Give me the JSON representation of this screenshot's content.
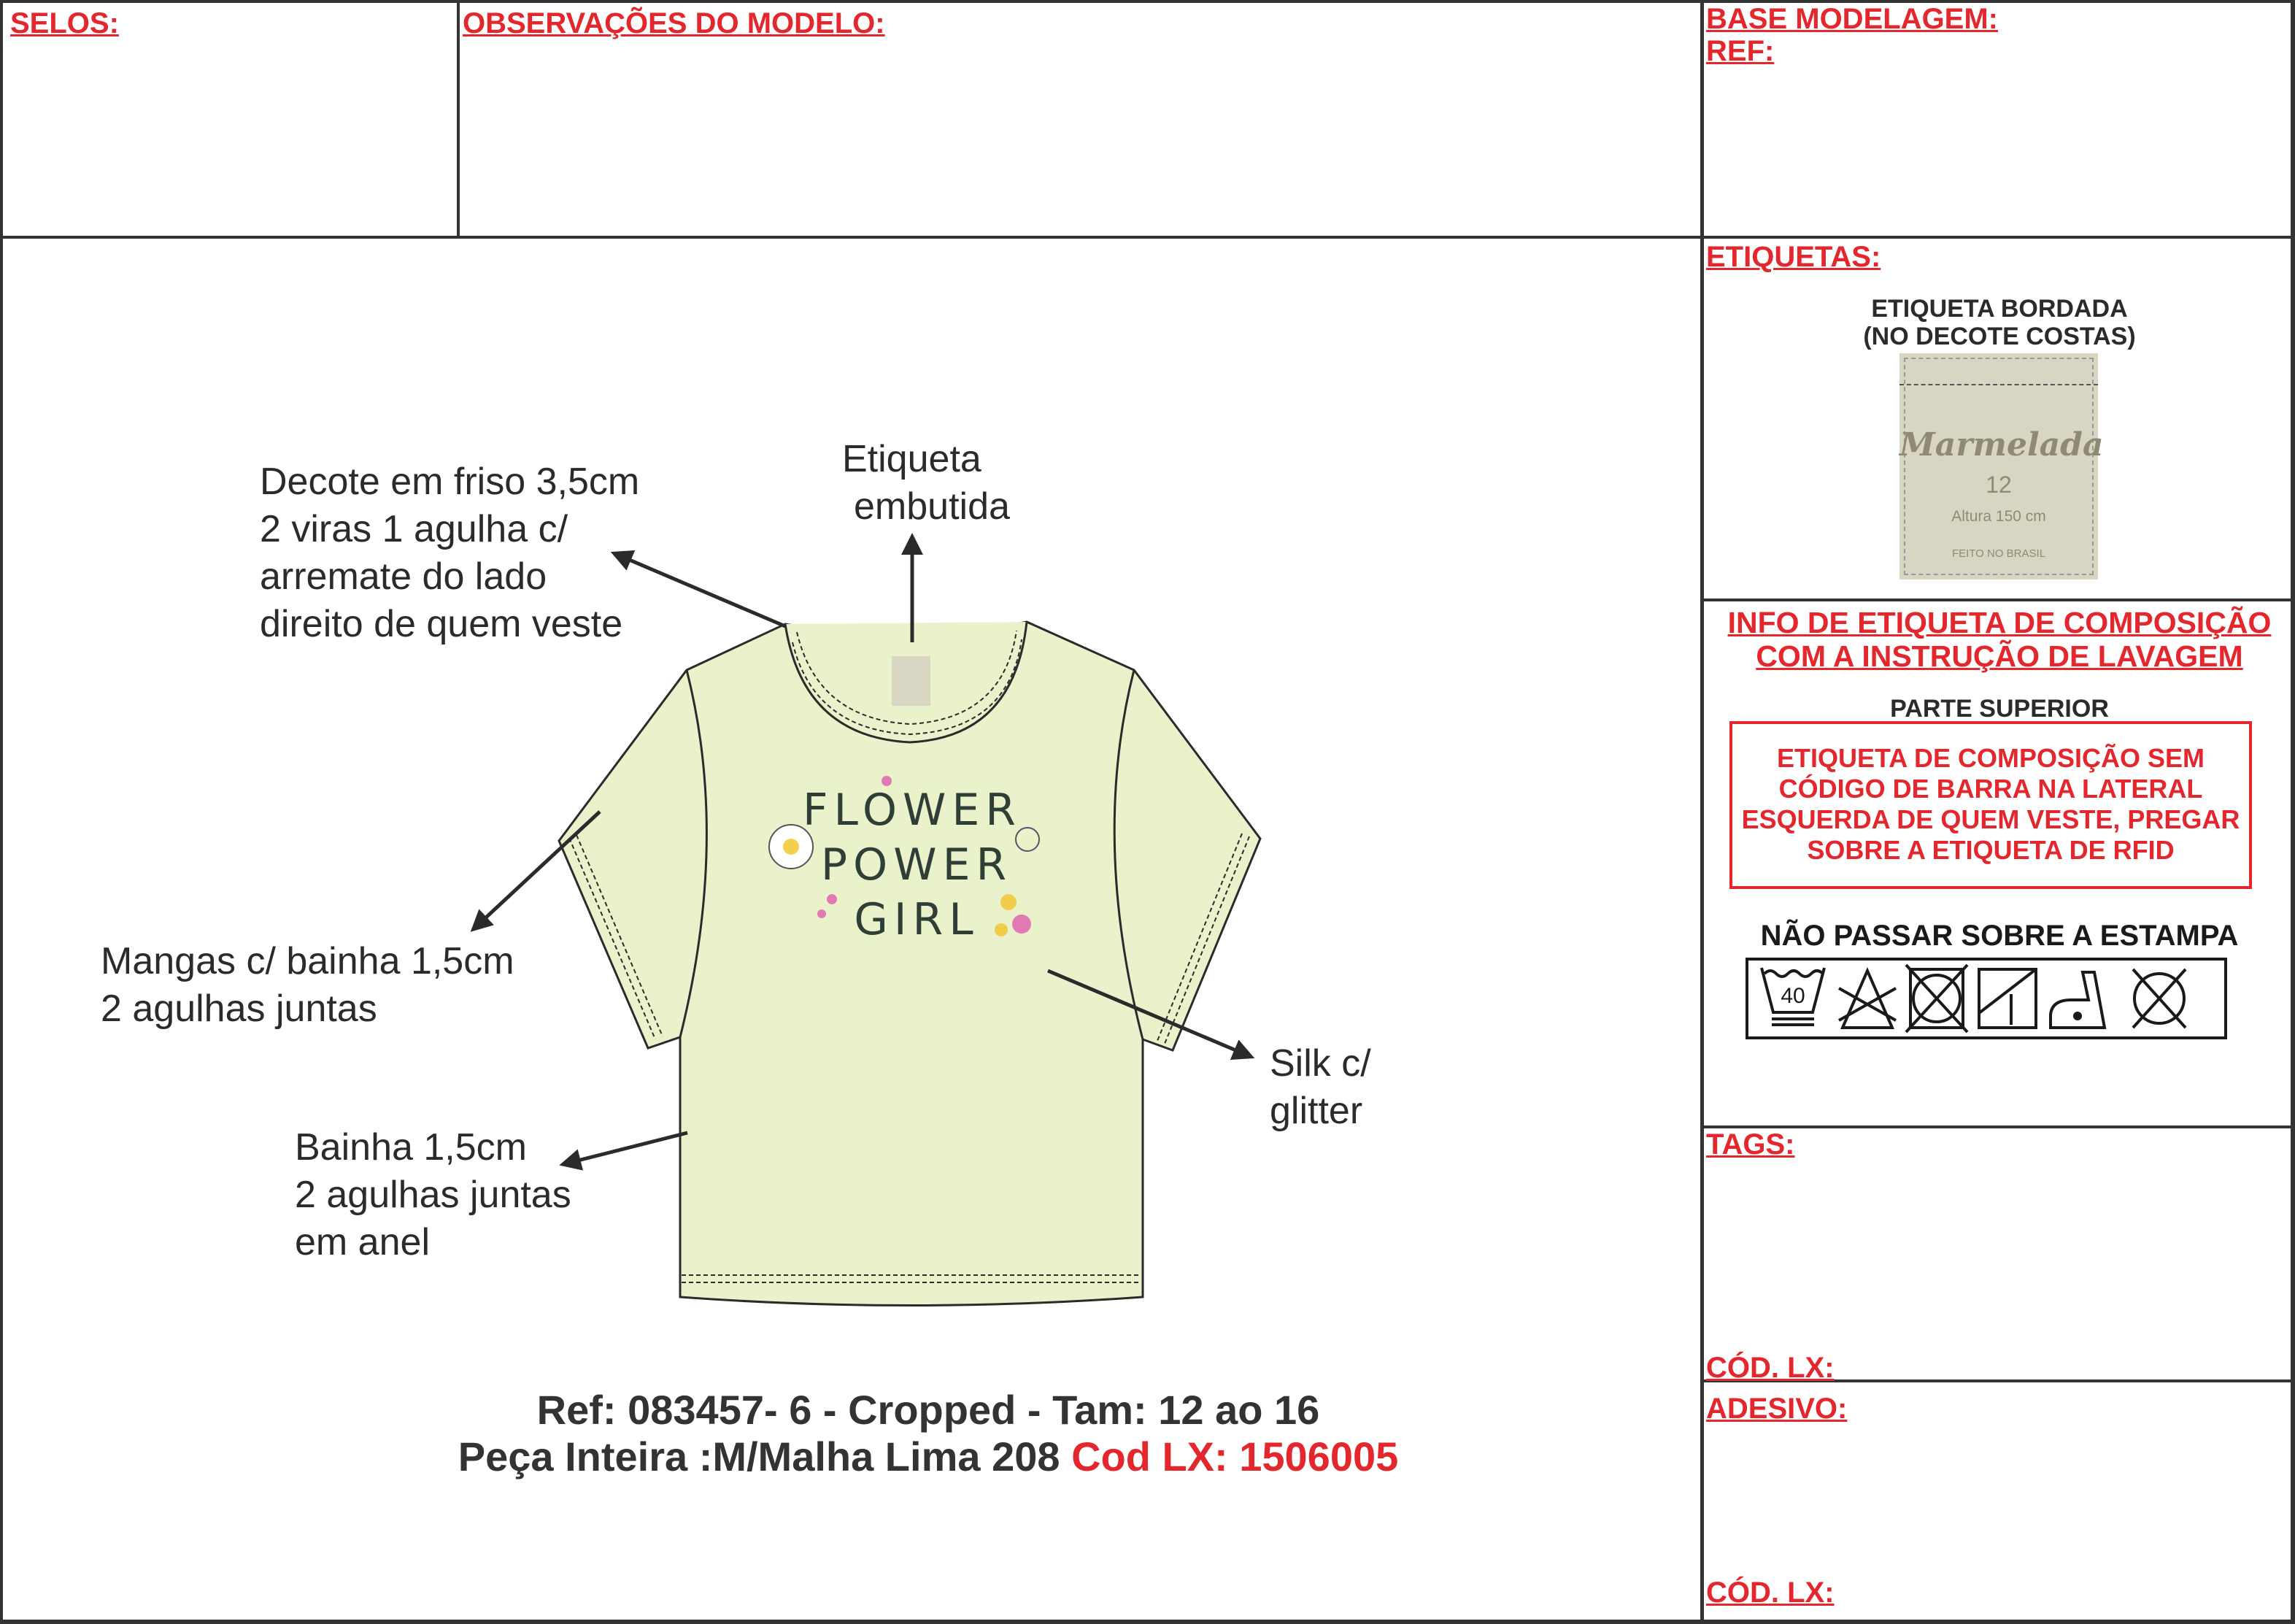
{
  "headers": {
    "selos": "SELOS:",
    "observacoes": "OBSERVAÇÕES DO MODELO:",
    "base_modelagem": "BASE MODELAGEM:",
    "ref": "REF:",
    "etiquetas": "ETIQUETAS:",
    "tags": "TAGS:",
    "tags_cod": "CÓD. LX:",
    "adesivo": "ADESIVO:",
    "adesivo_cod": "CÓD. LX:"
  },
  "label": {
    "title_1": "ETIQUETA BORDADA",
    "title_2": "(NO DECOTE COSTAS)",
    "brand": "Marmelada",
    "size": "12",
    "height": "Altura 150 cm",
    "origin": "FEITO NO BRASIL"
  },
  "composition": {
    "title_1": "INFO DE ETIQUETA DE COMPOSIÇÃO",
    "title_2": "COM A INSTRUÇÃO DE LAVAGEM",
    "part": "PARTE SUPERIOR",
    "notice": [
      "ETIQUETA DE COMPOSIÇÃO SEM",
      "CÓDIGO DE BARRA NA LATERAL",
      "ESQUERDA DE QUEM VESTE, PREGAR",
      "SOBRE A ETIQUETA DE RFID"
    ],
    "warning": "NÃO PASSAR SOBRE A ESTAMPA",
    "wash_temp": "40",
    "care_icons": [
      "wash-40-icon",
      "no-bleach-icon",
      "no-tumble-dry-icon",
      "line-dry-shade-icon",
      "iron-low-icon",
      "no-dry-clean-icon"
    ]
  },
  "annotations": {
    "decote": [
      "Decote em friso 3,5cm",
      "2 viras 1 agulha c/",
      "arremate do lado",
      "direito de quem veste"
    ],
    "etiqueta": [
      "Etiqueta",
      "embutida"
    ],
    "mangas": [
      "Mangas c/ bainha 1,5cm",
      "2 agulhas juntas"
    ],
    "bainha": [
      "Bainha 1,5cm",
      "2 agulhas juntas",
      "em anel"
    ],
    "silk": [
      "Silk c/",
      "glitter"
    ]
  },
  "print": {
    "line1": "FLOWER",
    "line2": "POWER",
    "line3": "GIRL"
  },
  "product": {
    "line1": "Ref: 083457- 6 - Cropped - Tam:  12 ao 16",
    "line2": "Peça Inteira :M/Malha Lima 208 ",
    "cod": "Cod LX: 1506005"
  },
  "colors": {
    "accent": "#e4262d",
    "garment": "#eaf2cc",
    "label": "#d8d6c3"
  }
}
